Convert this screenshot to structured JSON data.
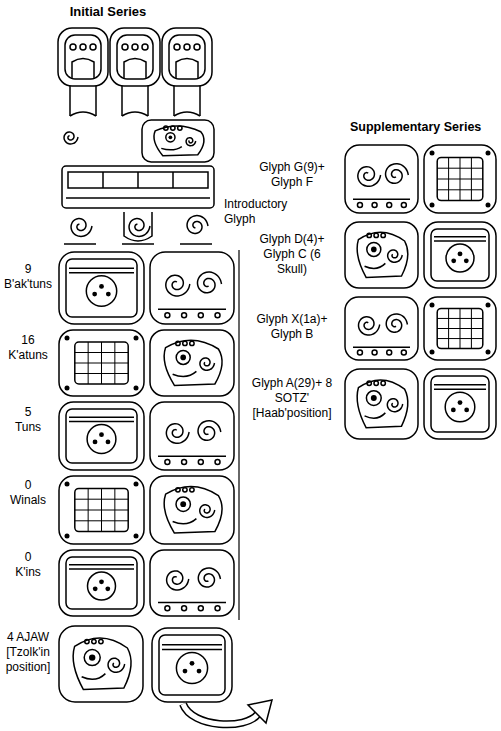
{
  "diagram": {
    "labels": [
      "Initial Series",
      "Introductory Glyph",
      "9 B'ak'tuns",
      "16 K'atuns",
      "5 Tuns",
      "0 Winals",
      "0 K'ins",
      "4 AJAW [Tzolk'in position]",
      "Supplementary Series",
      "Glyph G(9)+ Glyph F",
      "Glyph D(4)+ Glyph C (6 Skull)",
      "Glyph X(1a)+ Glyph B",
      "Glyph A(29)+ 8 SOTZ' [Haab'position]"
    ]
  }
}
